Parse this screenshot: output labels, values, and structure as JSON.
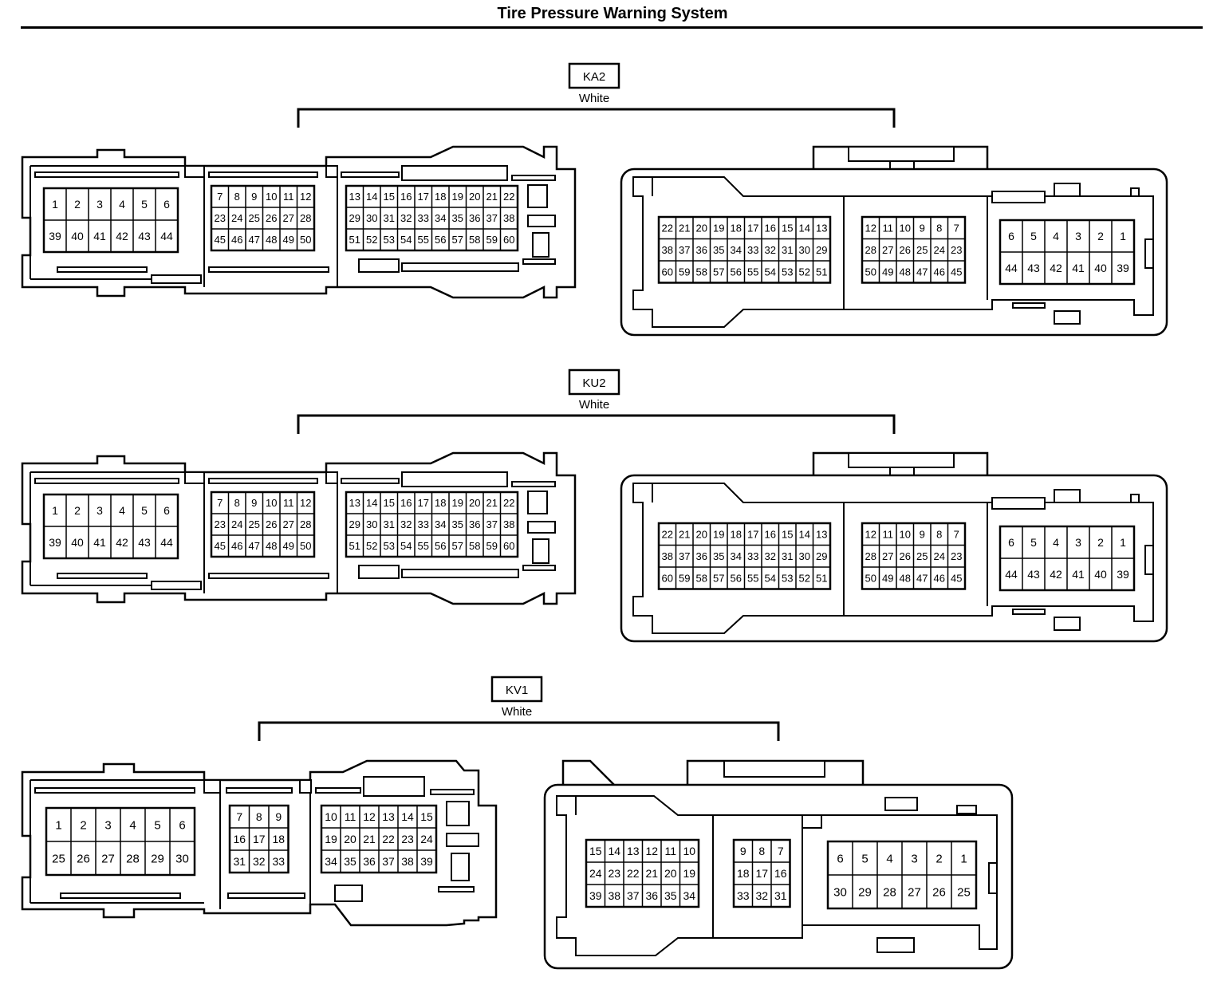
{
  "title": "Tire Pressure Warning System",
  "connectors": [
    {
      "code": "KA2",
      "color": "White",
      "variant": "60",
      "male": {
        "groups": [
          {
            "rows": [
              [
                "1",
                "2",
                "3",
                "4",
                "5",
                "6"
              ],
              [
                "39",
                "40",
                "41",
                "42",
                "43",
                "44"
              ]
            ]
          },
          {
            "rows": [
              [
                "7",
                "8",
                "9",
                "10",
                "11",
                "12"
              ],
              [
                "23",
                "24",
                "25",
                "26",
                "27",
                "28"
              ],
              [
                "45",
                "46",
                "47",
                "48",
                "49",
                "50"
              ]
            ]
          },
          {
            "rows": [
              [
                "13",
                "14",
                "15",
                "16",
                "17",
                "18",
                "19",
                "20",
                "21",
                "22"
              ],
              [
                "29",
                "30",
                "31",
                "32",
                "33",
                "34",
                "35",
                "36",
                "37",
                "38"
              ],
              [
                "51",
                "52",
                "53",
                "54",
                "55",
                "56",
                "57",
                "58",
                "59",
                "60"
              ]
            ]
          }
        ]
      },
      "female": {
        "groups": [
          {
            "rows": [
              [
                "22",
                "21",
                "20",
                "19",
                "18",
                "17",
                "16",
                "15",
                "14",
                "13"
              ],
              [
                "38",
                "37",
                "36",
                "35",
                "34",
                "33",
                "32",
                "31",
                "30",
                "29"
              ],
              [
                "60",
                "59",
                "58",
                "57",
                "56",
                "55",
                "54",
                "53",
                "52",
                "51"
              ]
            ]
          },
          {
            "rows": [
              [
                "12",
                "11",
                "10",
                "9",
                "8",
                "7"
              ],
              [
                "28",
                "27",
                "26",
                "25",
                "24",
                "23"
              ],
              [
                "50",
                "49",
                "48",
                "47",
                "46",
                "45"
              ]
            ]
          },
          {
            "rows": [
              [
                "6",
                "5",
                "4",
                "3",
                "2",
                "1"
              ],
              [
                "44",
                "43",
                "42",
                "41",
                "40",
                "39"
              ]
            ]
          }
        ]
      }
    },
    {
      "code": "KU2",
      "color": "White",
      "variant": "60",
      "male": {
        "groups": [
          {
            "rows": [
              [
                "1",
                "2",
                "3",
                "4",
                "5",
                "6"
              ],
              [
                "39",
                "40",
                "41",
                "42",
                "43",
                "44"
              ]
            ]
          },
          {
            "rows": [
              [
                "7",
                "8",
                "9",
                "10",
                "11",
                "12"
              ],
              [
                "23",
                "24",
                "25",
                "26",
                "27",
                "28"
              ],
              [
                "45",
                "46",
                "47",
                "48",
                "49",
                "50"
              ]
            ]
          },
          {
            "rows": [
              [
                "13",
                "14",
                "15",
                "16",
                "17",
                "18",
                "19",
                "20",
                "21",
                "22"
              ],
              [
                "29",
                "30",
                "31",
                "32",
                "33",
                "34",
                "35",
                "36",
                "37",
                "38"
              ],
              [
                "51",
                "52",
                "53",
                "54",
                "55",
                "56",
                "57",
                "58",
                "59",
                "60"
              ]
            ]
          }
        ]
      },
      "female": {
        "groups": [
          {
            "rows": [
              [
                "22",
                "21",
                "20",
                "19",
                "18",
                "17",
                "16",
                "15",
                "14",
                "13"
              ],
              [
                "38",
                "37",
                "36",
                "35",
                "34",
                "33",
                "32",
                "31",
                "30",
                "29"
              ],
              [
                "60",
                "59",
                "58",
                "57",
                "56",
                "55",
                "54",
                "53",
                "52",
                "51"
              ]
            ]
          },
          {
            "rows": [
              [
                "12",
                "11",
                "10",
                "9",
                "8",
                "7"
              ],
              [
                "28",
                "27",
                "26",
                "25",
                "24",
                "23"
              ],
              [
                "50",
                "49",
                "48",
                "47",
                "46",
                "45"
              ]
            ]
          },
          {
            "rows": [
              [
                "6",
                "5",
                "4",
                "3",
                "2",
                "1"
              ],
              [
                "44",
                "43",
                "42",
                "41",
                "40",
                "39"
              ]
            ]
          }
        ]
      }
    },
    {
      "code": "KV1",
      "color": "White",
      "variant": "39",
      "male": {
        "groups": [
          {
            "rows": [
              [
                "1",
                "2",
                "3",
                "4",
                "5",
                "6"
              ],
              [
                "25",
                "26",
                "27",
                "28",
                "29",
                "30"
              ]
            ]
          },
          {
            "rows": [
              [
                "7",
                "8",
                "9"
              ],
              [
                "16",
                "17",
                "18"
              ],
              [
                "31",
                "32",
                "33"
              ]
            ]
          },
          {
            "rows": [
              [
                "10",
                "11",
                "12",
                "13",
                "14",
                "15"
              ],
              [
                "19",
                "20",
                "21",
                "22",
                "23",
                "24"
              ],
              [
                "34",
                "35",
                "36",
                "37",
                "38",
                "39"
              ]
            ]
          }
        ]
      },
      "female": {
        "groups": [
          {
            "rows": [
              [
                "15",
                "14",
                "13",
                "12",
                "11",
                "10"
              ],
              [
                "24",
                "23",
                "22",
                "21",
                "20",
                "19"
              ],
              [
                "39",
                "38",
                "37",
                "36",
                "35",
                "34"
              ]
            ]
          },
          {
            "rows": [
              [
                "9",
                "8",
                "7"
              ],
              [
                "18",
                "17",
                "16"
              ],
              [
                "33",
                "32",
                "31"
              ]
            ]
          },
          {
            "rows": [
              [
                "6",
                "5",
                "4",
                "3",
                "2",
                "1"
              ],
              [
                "30",
                "29",
                "28",
                "27",
                "26",
                "25"
              ]
            ]
          }
        ]
      }
    }
  ]
}
